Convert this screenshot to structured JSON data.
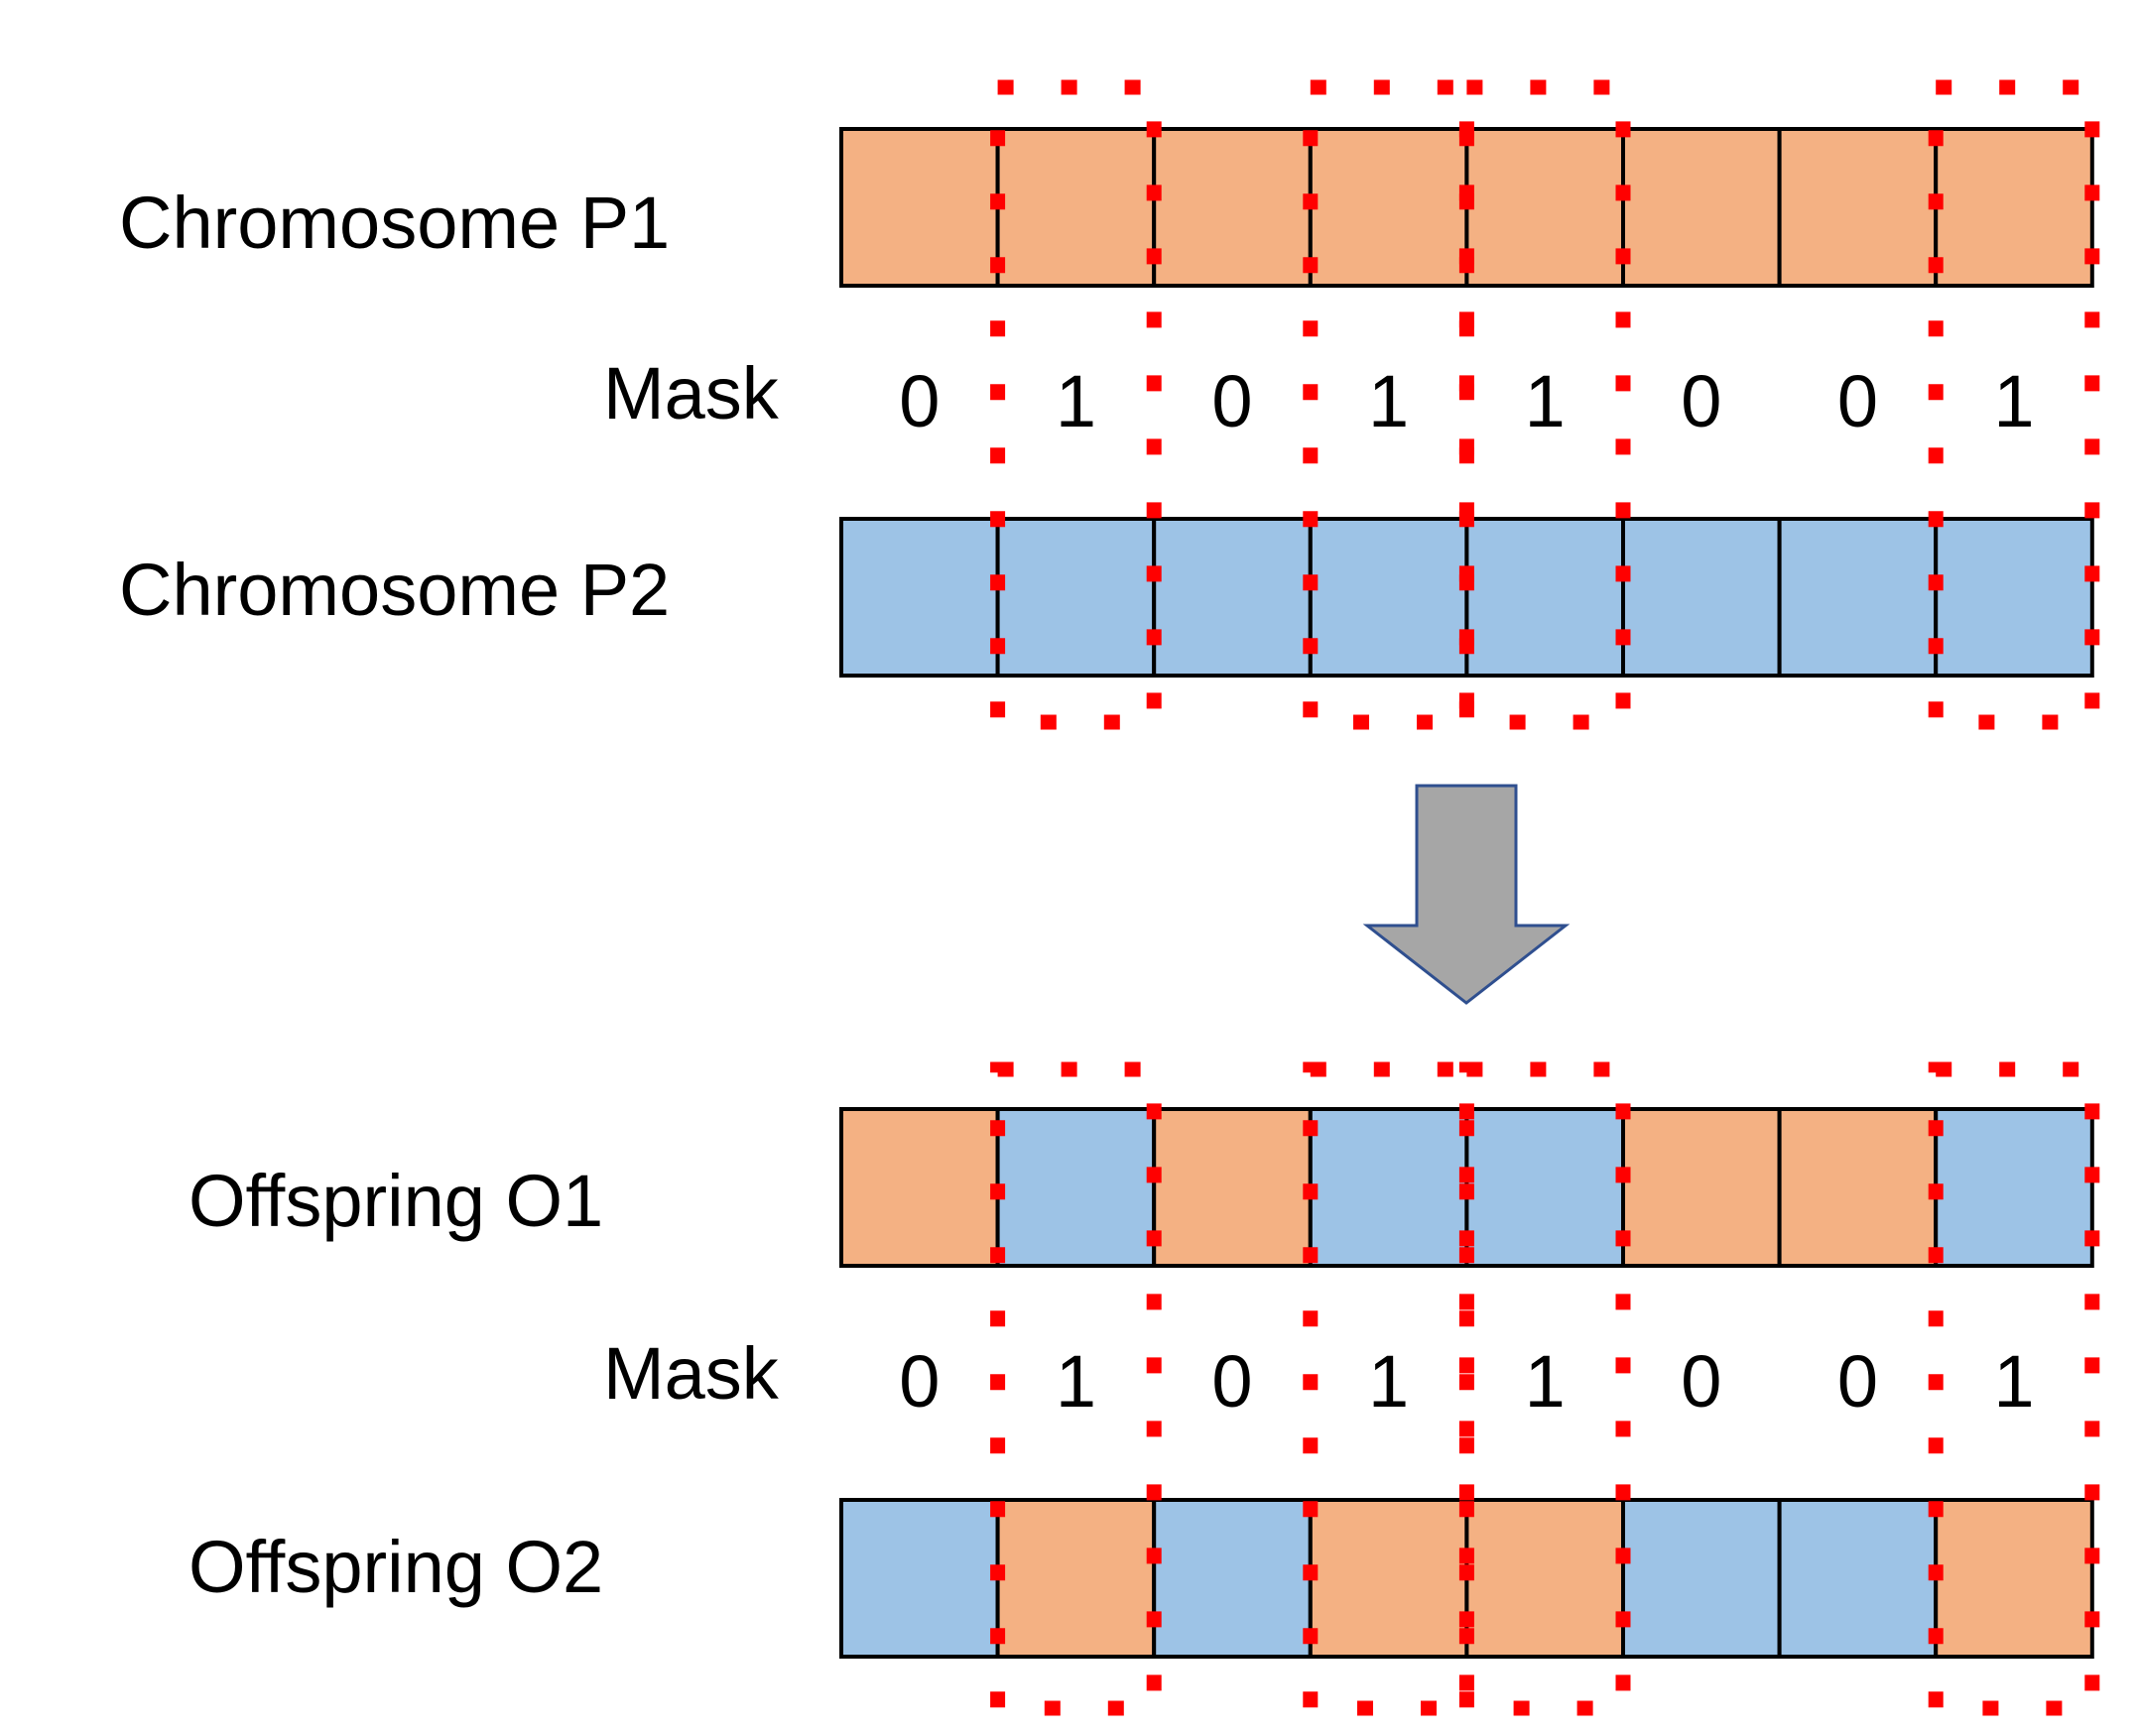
{
  "labels": {
    "p1": "Chromosome P1",
    "mask_top": "Mask",
    "p2": "Chromosome P2",
    "o1": "Offspring O1",
    "mask_bottom": "Mask",
    "o2": "Offspring O2"
  },
  "mask_bits": [
    "0",
    "1",
    "0",
    "1",
    "1",
    "0",
    "0",
    "1"
  ],
  "rows": {
    "p1": [
      "orange",
      "orange",
      "orange",
      "orange",
      "orange",
      "orange",
      "orange",
      "orange"
    ],
    "p2": [
      "blue",
      "blue",
      "blue",
      "blue",
      "blue",
      "blue",
      "blue",
      "blue"
    ],
    "o1": [
      "orange",
      "blue",
      "orange",
      "blue",
      "blue",
      "orange",
      "orange",
      "blue"
    ],
    "o2": [
      "blue",
      "orange",
      "blue",
      "orange",
      "orange",
      "blue",
      "blue",
      "orange"
    ]
  },
  "colors": {
    "orange": "#F4B183",
    "blue": "#9DC3E6",
    "cell_border": "#000000",
    "highlight": "#FF0000",
    "arrow_fill": "#A6A6A6",
    "arrow_stroke": "#2F4F8F"
  },
  "icons": {
    "transition": "down-arrow-icon"
  }
}
